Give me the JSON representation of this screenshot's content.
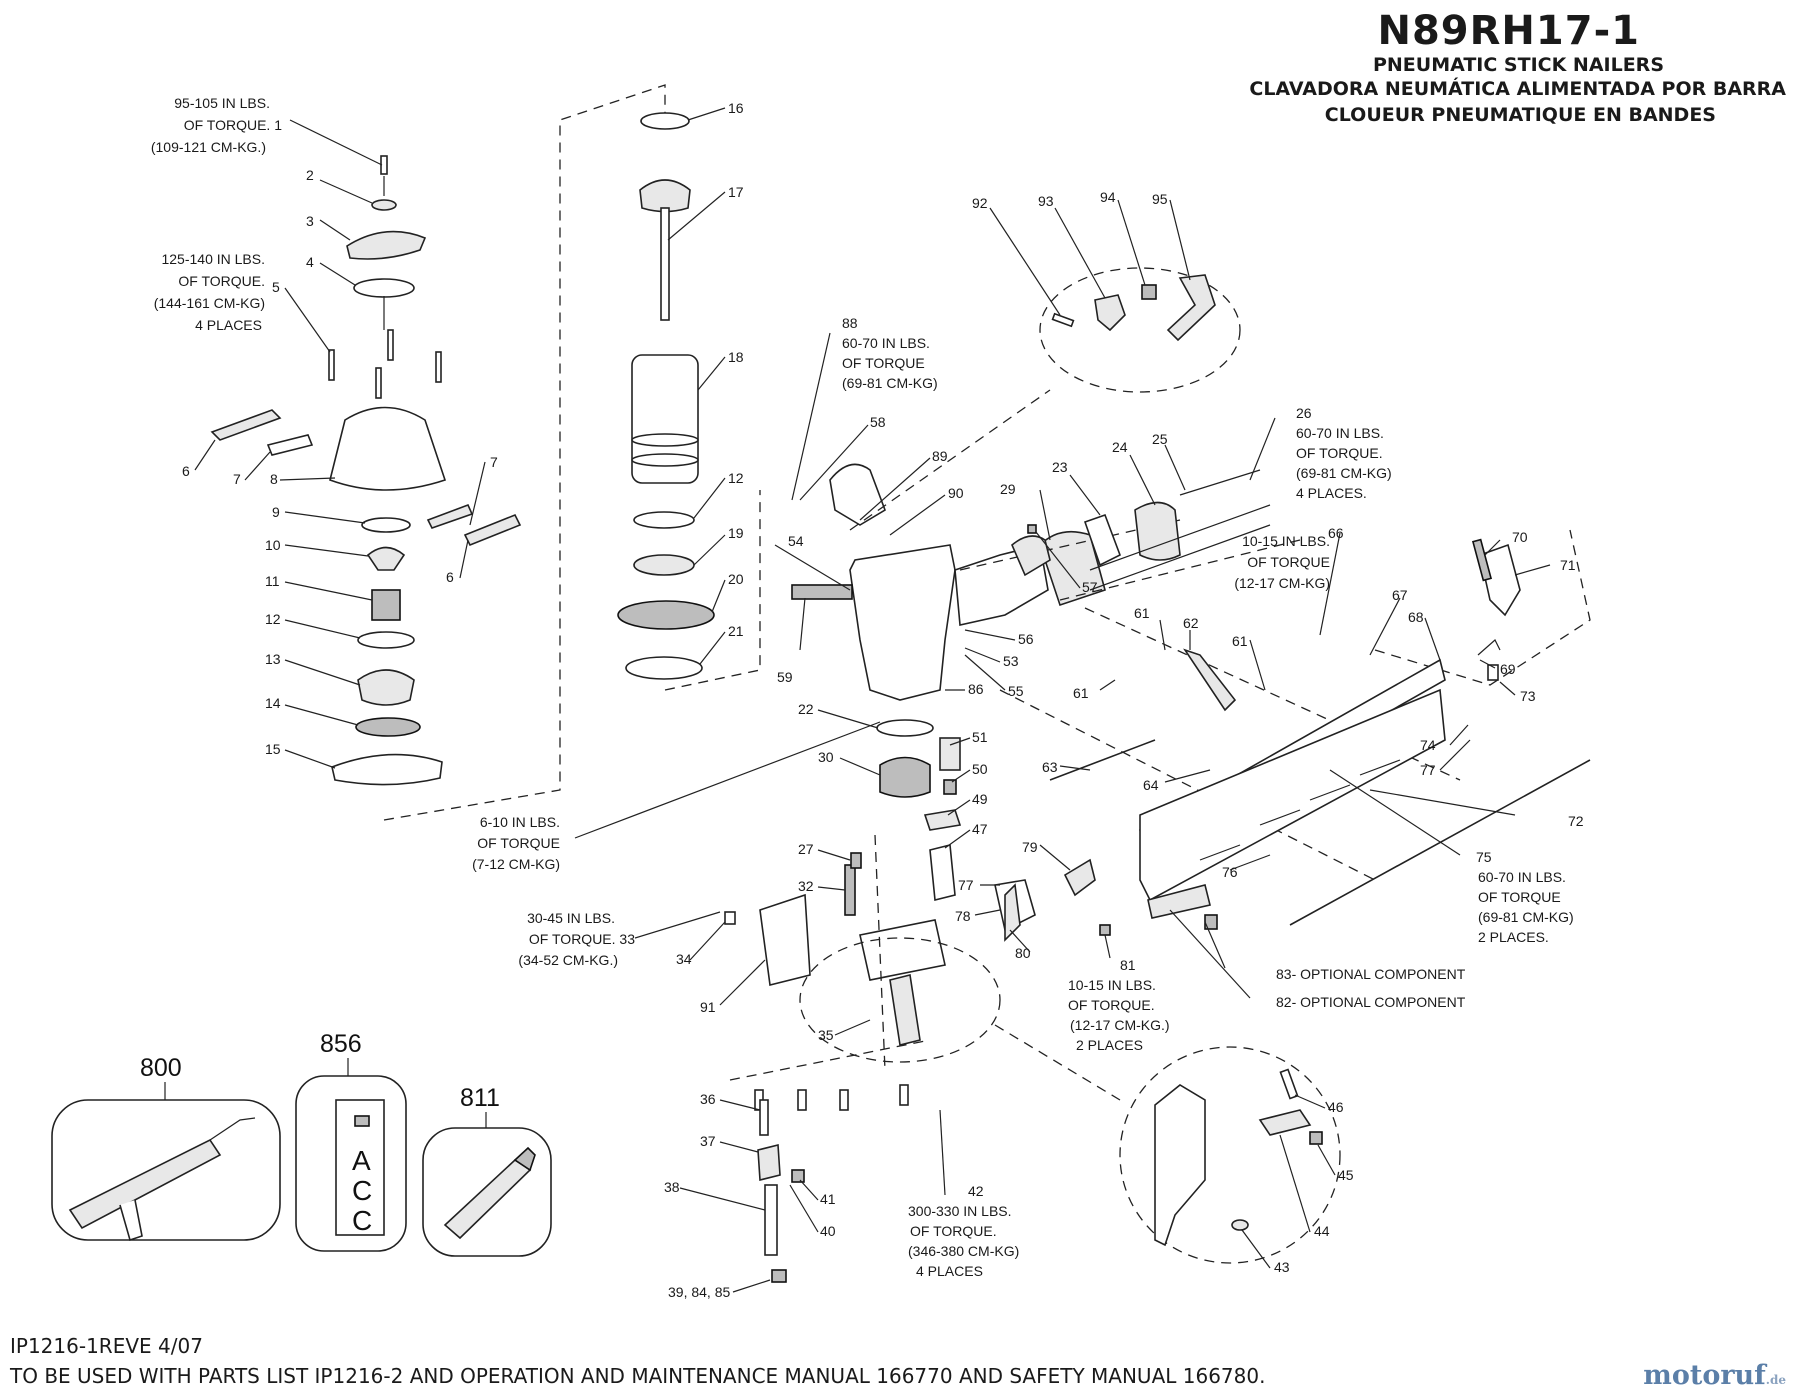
{
  "header": {
    "model": "N89RH17-1",
    "subtitle_en": "PNEUMATIC STICK NAILERS",
    "subtitle_es": "CLAVADORA NEUMÁTICA ALIMENTADA POR BARRA",
    "subtitle_fr": "CLOUEUR PNEUMATIQUE EN BANDES"
  },
  "footer": {
    "revision": "IP1216-1REVE 4/07",
    "note": "TO BE USED WITH PARTS LIST IP1216-2 AND OPERATION AND MAINTENANCE MANUAL 166770 AND SAFETY MANUAL 166780."
  },
  "brand": {
    "name": "motoruf",
    "suffix": ".de"
  },
  "callouts": {
    "p1": "1",
    "p2": "2",
    "p3": "3",
    "p4": "4",
    "p5": "5",
    "p6a": "6",
    "p6b": "6",
    "p7a": "7",
    "p7b": "7",
    "p8": "8",
    "p9": "9",
    "p10": "10",
    "p11": "11",
    "p12a": "12",
    "p12b": "12",
    "p13": "13",
    "p14": "14",
    "p15": "15",
    "p16": "16",
    "p17": "17",
    "p18": "18",
    "p19": "19",
    "p20": "20",
    "p21": "21",
    "p22": "22",
    "p23": "23",
    "p24": "24",
    "p25": "25",
    "p26": "26",
    "p27": "27",
    "p29": "29",
    "p30": "30",
    "p32": "32",
    "p34": "34",
    "p35": "35",
    "p36": "36",
    "p37": "37",
    "p38": "38",
    "p39": "39, 84, 85",
    "p40": "40",
    "p41": "41",
    "p42": "42",
    "p43": "43",
    "p44": "44",
    "p45": "45",
    "p46": "46",
    "p47": "47",
    "p49": "49",
    "p50": "50",
    "p51": "51",
    "p53": "53",
    "p54": "54",
    "p55": "55",
    "p56": "56",
    "p57": "57",
    "p58": "58",
    "p59": "59",
    "p61a": "61",
    "p61b": "61",
    "p61c": "61",
    "p62": "62",
    "p63": "63",
    "p64": "64",
    "p66": "66",
    "p67": "67",
    "p68": "68",
    "p69": "69",
    "p70": "70",
    "p71": "71",
    "p72": "72",
    "p73": "73",
    "p74": "74",
    "p75": "75",
    "p76": "76",
    "p77a": "77",
    "p77b": "77",
    "p78": "78",
    "p79": "79",
    "p80": "80",
    "p81": "81",
    "p82": "82- OPTIONAL COMPONENT",
    "p83": "83- OPTIONAL COMPONENT",
    "p86": "86",
    "p88": "88",
    "p89": "89",
    "p90": "90",
    "p91": "91",
    "p92": "92",
    "p93": "93",
    "p94": "94",
    "p95": "95"
  },
  "torque_notes": {
    "t1": [
      "95-105 IN LBS.",
      "OF TORQUE. 1",
      "(109-121 CM-KG.)"
    ],
    "t5": [
      "125-140 IN LBS.",
      "OF TORQUE.",
      "(144-161 CM-KG)",
      "4 PLACES"
    ],
    "t88": [
      "60-70 IN LBS.",
      "OF TORQUE",
      "(69-81 CM-KG)"
    ],
    "t26": [
      "60-70 IN LBS.",
      "OF TORQUE.",
      "(69-81 CM-KG)",
      "4 PLACES."
    ],
    "t66": [
      "10-15 IN LBS.",
      "OF TORQUE",
      "(12-17 CM-KG)"
    ],
    "t22": [
      "6-10 IN LBS.",
      "OF TORQUE",
      "(7-12 CM-KG)"
    ],
    "t33": [
      "30-45 IN LBS.",
      "OF TORQUE. 33",
      "(34-52 CM-KG.)"
    ],
    "t81": [
      "10-15 IN LBS.",
      "OF TORQUE.",
      "(12-17 CM-KG.)",
      "2 PLACES"
    ],
    "t75": [
      "60-70 IN LBS.",
      "OF TORQUE",
      "(69-81 CM-KG)",
      "2 PLACES."
    ],
    "t42": [
      "300-330 IN LBS.",
      "OF TORQUE.",
      "(346-380 CM-KG)",
      "4 PLACES"
    ]
  },
  "accessories": {
    "a800": "800",
    "a856": "856",
    "a811": "811",
    "acc_letters": [
      "A",
      "C",
      "C"
    ]
  }
}
